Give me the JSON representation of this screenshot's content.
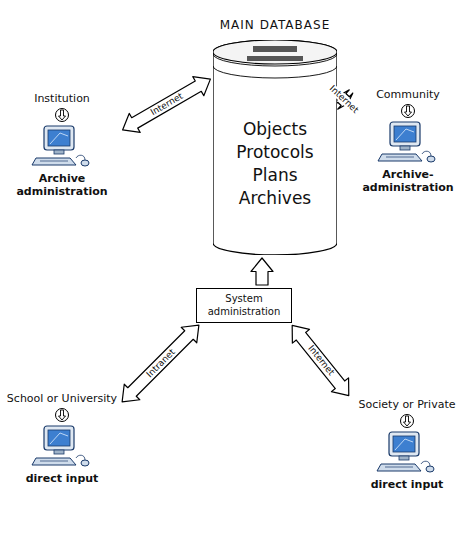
{
  "diagram": {
    "nodes": [
      {
        "text": [
          "Institution",
          "Archive administration"
        ]
      },
      {
        "text": [
          "MAIN DATABASE",
          "Objects Protocols Plans Archives"
        ]
      },
      {
        "text": [
          "Community",
          "Archive-administration"
        ]
      },
      {
        "text": [
          "System administration"
        ]
      },
      {
        "text": [
          "School or University",
          "direct input"
        ]
      },
      {
        "text": [
          "Society or Private",
          "direct input"
        ]
      }
    ],
    "edges": [
      {
        "from": 0,
        "to": 1,
        "arrow": "both",
        "label": "Internet"
      },
      {
        "from": 2,
        "to": 1,
        "arrow": "both",
        "label": "Internet"
      },
      {
        "from": 3,
        "to": 1,
        "arrow": "to"
      },
      {
        "from": 4,
        "to": 3,
        "arrow": "both",
        "label": "Intranet"
      },
      {
        "from": 5,
        "to": 3,
        "arrow": "both",
        "label": "Internet"
      }
    ]
  }
}
